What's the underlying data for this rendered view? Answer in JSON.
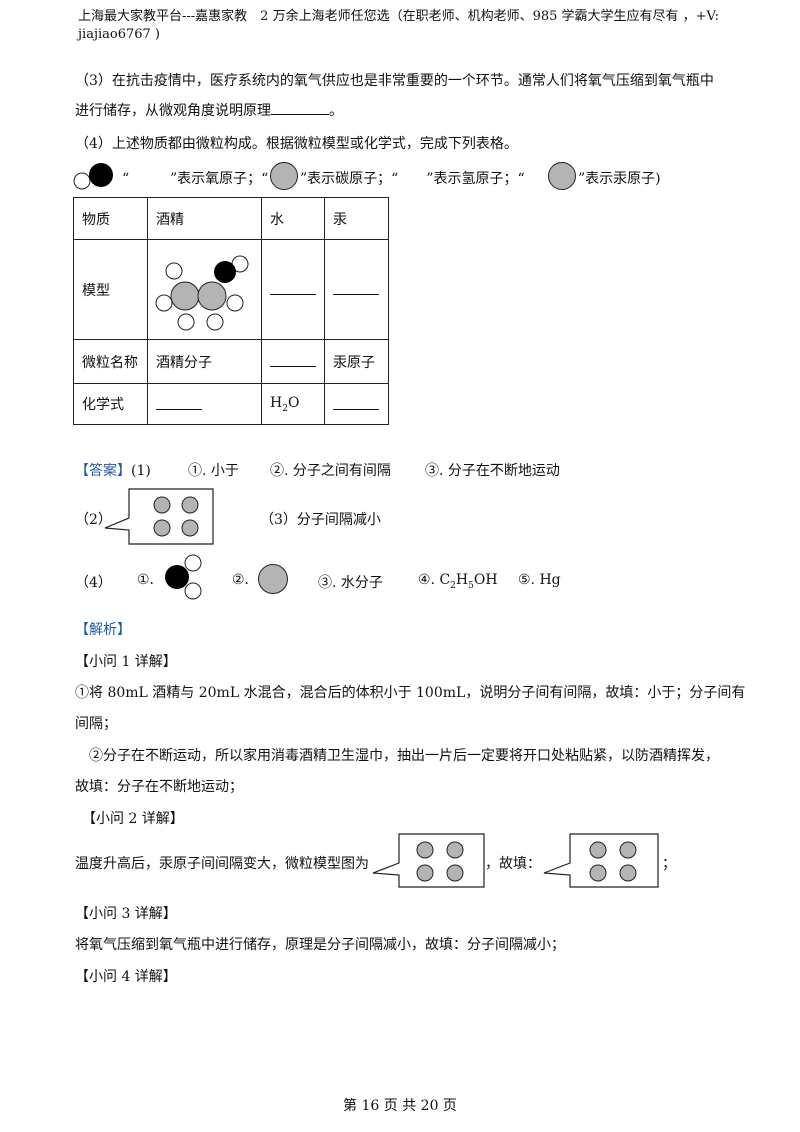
{
  "header": {
    "text": "上海最大家教平台---嘉惠家教　2 万余上海老师任您选（在职老师、机构老师、985 学霸大学生应有尽有 ，+V: jiajiao6767 )"
  },
  "q3": {
    "line1": "（3）在抗击疫情中，医疗系统内的氧气供应也是非常重要的一个环节。通常人们将氧气压缩到氧气瓶中",
    "line2a": "进行储存，从微观角度说明原理",
    "line2b": "。"
  },
  "q4": {
    "intro": "（4）上述物质都由微粒构成。根据微粒模型或化学式，完成下列表格。",
    "legend_o_label": "”表示氧原子；“",
    "legend_c_label": "”表示碳原子；“　　”表示氢原子；“",
    "legend_hg_label": "”表示汞原子)",
    "legend_open": "“　　"
  },
  "table": {
    "h_substance": "物质",
    "h_alcohol": "酒精",
    "h_water": "水",
    "h_mercury": "汞",
    "r_model": "模型",
    "r_particle": "微粒名称",
    "alcohol_particle": "酒精分子",
    "mercury_particle": "汞原子",
    "r_formula": "化学式",
    "water_formula_main": "H",
    "water_formula_sub": "2",
    "water_formula_end": "O"
  },
  "answer": {
    "label": "【答案】",
    "p1": "(1)",
    "a1_1": "①. 小于",
    "a1_2": "②. 分子之间有间隔",
    "a1_3": "③. 分子在不断地运动",
    "p2": "（2）",
    "p3": "（3）分子间隔减小",
    "p4": "（4）",
    "a4_1": "①.",
    "a4_2": "②.",
    "a4_3": "③. 水分子",
    "a4_4_pre": "④. C",
    "a4_4_s1": "2",
    "a4_4_mid": "H",
    "a4_4_s2": "5",
    "a4_4_end": "OH",
    "a4_5": "⑤. Hg"
  },
  "analysis": {
    "label": "【解析】",
    "s1_title": "【小问 1 详解】",
    "s1_l1": "①将 80mL 酒精与 20mL 水混合，混合后的体积小于 100mL，说明分子间有间隔，故填：小于；分子间有",
    "s1_l2": "间隔；",
    "s1_l3": "　②分子在不断运动，所以家用消毒酒精卫生湿巾，抽出一片后一定要将开口处粘贴紧，以防酒精挥发，",
    "s1_l4": "故填：分子在不断地运动；",
    "s2_title": "　【小问 2 详解】",
    "s2_l1a": "温度升高后，汞原子间间隔变大，微粒模型图为",
    "s2_l1b": "，故填：",
    "s2_l1c": "；",
    "s3_title": "【小问 3 详解】",
    "s3_l1": "将氧气压缩到氧气瓶中进行储存，原理是分子间隔减小，故填：分子间隔减小；",
    "s4_title": "【小问 4 详解】"
  },
  "footer": {
    "page": "第 16 页 共 20 页"
  },
  "colors": {
    "atom_gray": "#b4b4b4",
    "atom_black": "#000000",
    "blue_label": "#1e5aa8"
  }
}
